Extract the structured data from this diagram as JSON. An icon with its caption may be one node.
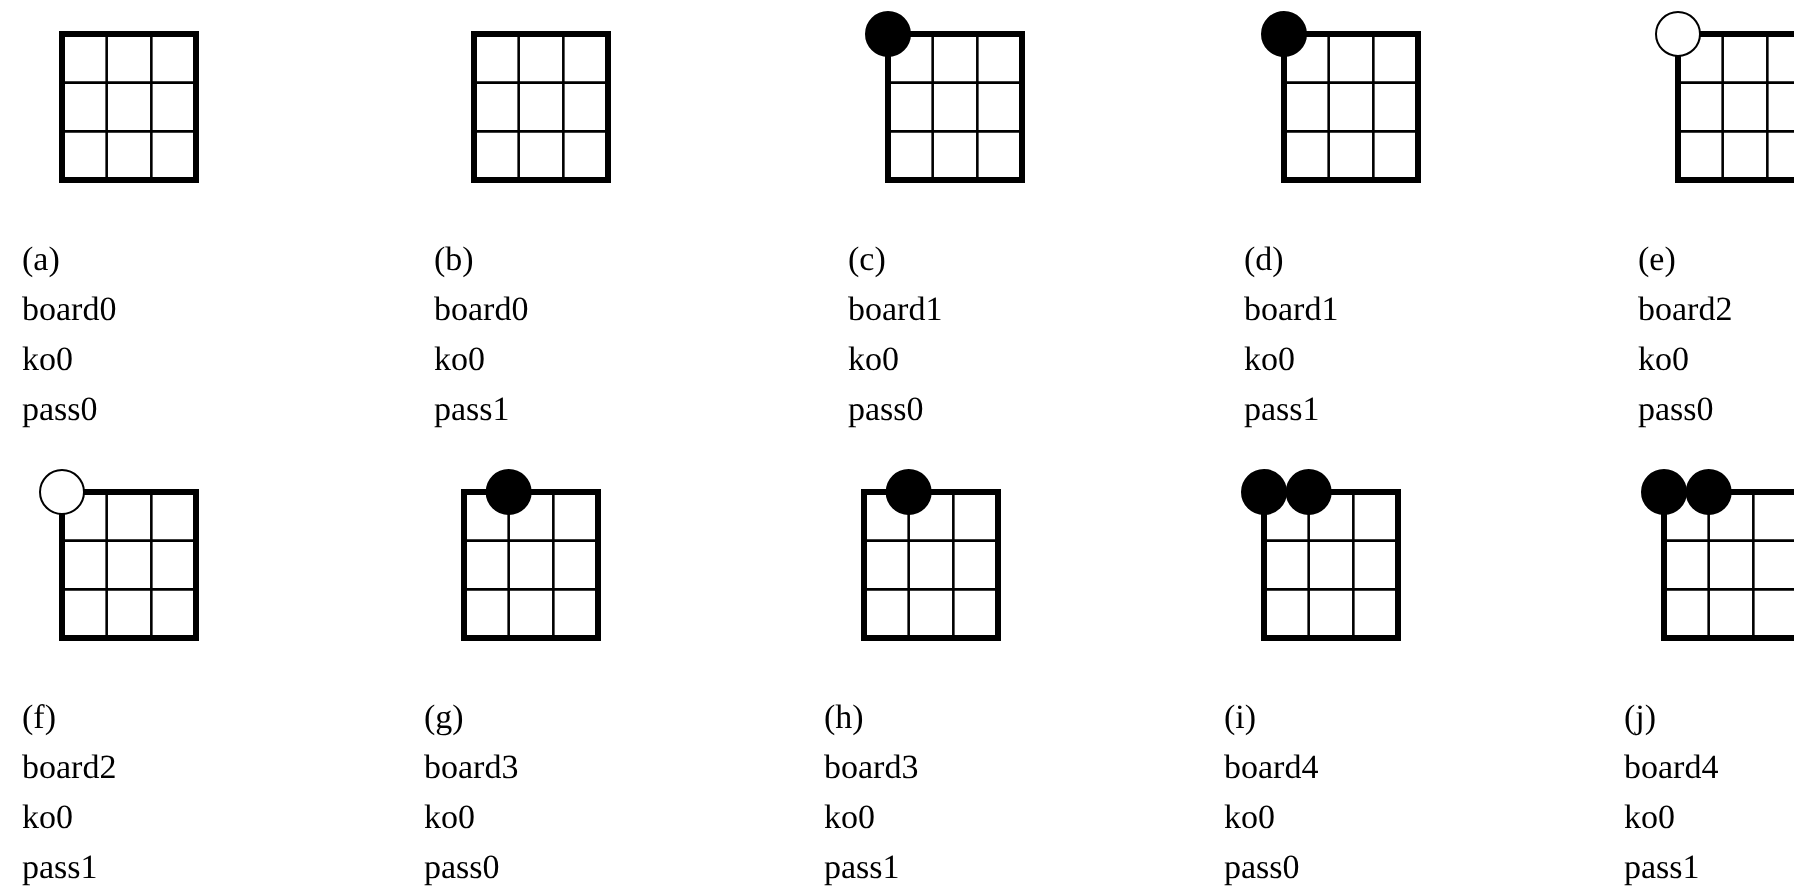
{
  "diagram": {
    "labels": [
      "(a)",
      "board0",
      "ko0",
      "pass0",
      "(b)",
      "board0",
      "ko0",
      "pass1",
      "(c)",
      "board1",
      "ko0",
      "pass0",
      "(d)",
      "board1",
      "ko0",
      "pass1",
      "(e)",
      "board2",
      "ko0",
      "pass0",
      "(f)",
      "board2",
      "ko0",
      "pass1",
      "(g)",
      "board3",
      "ko0",
      "pass0",
      "(h)",
      "board3",
      "ko0",
      "pass1",
      "(i)",
      "board4",
      "ko0",
      "pass0",
      "(j)",
      "board4",
      "ko0",
      "pass1"
    ]
  }
}
